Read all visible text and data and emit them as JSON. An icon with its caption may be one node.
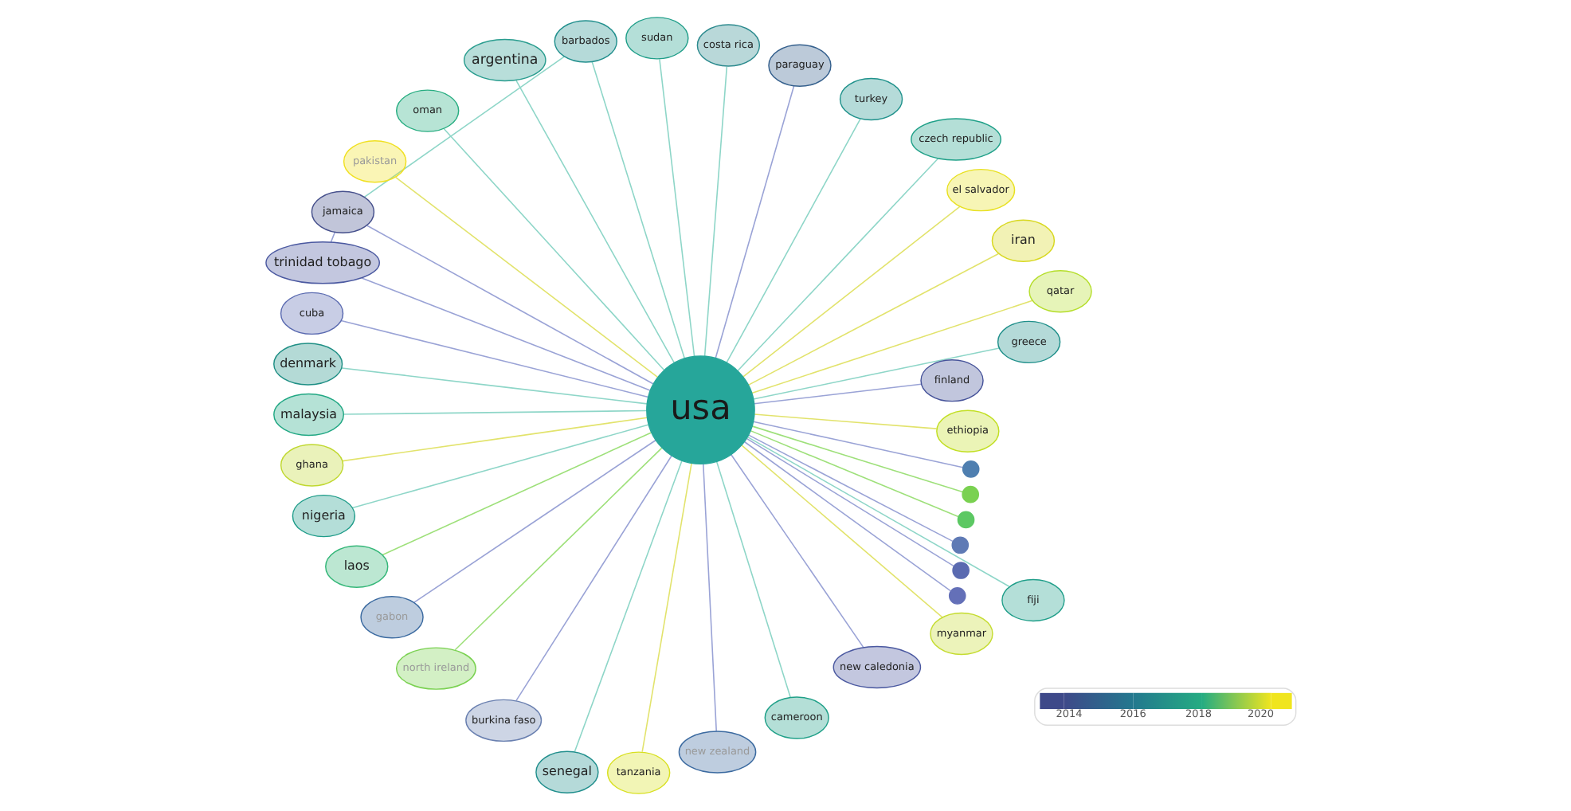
{
  "diagram": {
    "nodes": [
      {
        "text": [
          "ethiopia"
        ]
      },
      {
        "text": [
          "finland"
        ]
      },
      {
        "text": [
          "greece"
        ]
      },
      {
        "text": [
          "qatar"
        ]
      },
      {
        "text": [
          "iran"
        ]
      },
      {
        "text": [
          "el salvador"
        ]
      },
      {
        "text": [
          "czech republic"
        ]
      },
      {
        "text": [
          "turkey"
        ]
      },
      {
        "text": [
          "paraguay"
        ]
      },
      {
        "text": [
          "costa rica"
        ]
      },
      {
        "text": [
          "sudan"
        ]
      },
      {
        "text": [
          "barbados"
        ]
      },
      {
        "text": [
          "argentina"
        ]
      },
      {
        "text": [
          "oman"
        ]
      },
      {
        "text": [
          "pakistan"
        ]
      },
      {
        "text": [
          "jamaica"
        ]
      },
      {
        "text": [
          "usa"
        ]
      },
      {
        "text": [
          "trinidad tobago"
        ]
      },
      {
        "text": [
          "cuba"
        ]
      },
      {
        "text": [
          "denmark"
        ]
      },
      {
        "text": [
          "malaysia"
        ]
      },
      {
        "text": [
          "ghana"
        ]
      },
      {
        "text": [
          "nigeria"
        ]
      },
      {
        "text": [
          "laos"
        ]
      },
      {
        "text": [
          "gabon"
        ]
      },
      {
        "text": [
          "north ireland"
        ]
      },
      {
        "text": [
          "burkina faso"
        ]
      },
      {
        "text": [
          "senegal"
        ]
      },
      {
        "text": [
          "tanzania"
        ]
      },
      {
        "text": [
          "new zealand"
        ]
      },
      {
        "text": [
          "cameroon"
        ]
      },
      {
        "text": [
          "new caledonia"
        ]
      },
      {
        "text": [
          "myanmar"
        ]
      },
      {
        "text": [
          "fiji"
        ]
      },
      {
        "text": [],
        "shape": "circle"
      },
      {
        "text": [],
        "shape": "circle"
      },
      {
        "text": [],
        "shape": "circle"
      },
      {
        "text": [],
        "shape": "circle"
      },
      {
        "text": [],
        "shape": "circle"
      },
      {
        "text": [],
        "shape": "circle"
      }
    ],
    "edges": [
      {
        "from": 0,
        "to": 16,
        "arrow": "none",
        "color": "#e2e36c"
      },
      {
        "from": 1,
        "to": 16,
        "arrow": "none",
        "color": "#9aa3d6"
      },
      {
        "from": 2,
        "to": 16,
        "arrow": "none"
      },
      {
        "from": 3,
        "to": 16,
        "arrow": "none",
        "color": "#e2e36c"
      },
      {
        "from": 4,
        "to": 16,
        "arrow": "none",
        "color": "#e2e36c"
      },
      {
        "from": 5,
        "to": 16,
        "arrow": "none",
        "color": "#e2e36c"
      },
      {
        "from": 6,
        "to": 16,
        "arrow": "none"
      },
      {
        "from": 7,
        "to": 16,
        "arrow": "none"
      },
      {
        "from": 8,
        "to": 16,
        "arrow": "none",
        "color": "#9aa3d6"
      },
      {
        "from": 9,
        "to": 16,
        "arrow": "none"
      },
      {
        "from": 10,
        "to": 16,
        "arrow": "none"
      },
      {
        "from": 11,
        "to": 15,
        "arrow": "none"
      },
      {
        "from": 11,
        "to": 16,
        "arrow": "none"
      },
      {
        "from": 12,
        "to": 16,
        "arrow": "none"
      },
      {
        "from": 13,
        "to": 16,
        "arrow": "none"
      },
      {
        "from": 14,
        "to": 16,
        "arrow": "none",
        "color": "#e2e36c"
      },
      {
        "from": 15,
        "to": 16,
        "arrow": "none",
        "color": "#9aa3d6"
      },
      {
        "from": 17,
        "to": 16,
        "arrow": "none",
        "color": "#9aa3d6"
      },
      {
        "from": 17,
        "to": 15,
        "arrow": "none",
        "color": "#9aa3d6"
      },
      {
        "from": 18,
        "to": 16,
        "arrow": "none",
        "color": "#9aa3d6"
      },
      {
        "from": 19,
        "to": 16,
        "arrow": "none"
      },
      {
        "from": 20,
        "to": 16,
        "arrow": "none"
      },
      {
        "from": 21,
        "to": 16,
        "arrow": "none",
        "color": "#e2e36c"
      },
      {
        "from": 22,
        "to": 16,
        "arrow": "none"
      },
      {
        "from": 23,
        "to": 16,
        "arrow": "none",
        "color": "#9ee07a"
      },
      {
        "from": 24,
        "to": 16,
        "arrow": "none",
        "color": "#9aa3d6"
      },
      {
        "from": 25,
        "to": 16,
        "arrow": "none",
        "color": "#9ee07a"
      },
      {
        "from": 26,
        "to": 16,
        "arrow": "none",
        "color": "#9aa3d6"
      },
      {
        "from": 27,
        "to": 16,
        "arrow": "none"
      },
      {
        "from": 28,
        "to": 16,
        "arrow": "none",
        "color": "#e2e36c"
      },
      {
        "from": 29,
        "to": 16,
        "arrow": "none",
        "color": "#9aa3d6"
      },
      {
        "from": 30,
        "to": 16,
        "arrow": "none"
      },
      {
        "from": 31,
        "to": 16,
        "arrow": "none",
        "color": "#9aa3d6"
      },
      {
        "from": 32,
        "to": 16,
        "arrow": "none",
        "color": "#e2e36c"
      },
      {
        "from": 33,
        "to": 16,
        "arrow": "none"
      },
      {
        "from": 34,
        "to": 16,
        "arrow": "none",
        "color": "#9aa3d6"
      },
      {
        "from": 35,
        "to": 16,
        "arrow": "none",
        "color": "#9aa3d6"
      },
      {
        "from": 36,
        "to": 16,
        "arrow": "none",
        "color": "#9aa3d6"
      },
      {
        "from": 37,
        "to": 16,
        "arrow": "none",
        "color": "#9ee07a"
      },
      {
        "from": 38,
        "to": 16,
        "arrow": "none",
        "color": "#9ee07a"
      },
      {
        "from": 39,
        "to": 16,
        "arrow": "none",
        "color": "#9aa3d6"
      }
    ],
    "legend": [
      {
        "text": "2014",
        "color": "#3e4989"
      },
      {
        "text": "2016",
        "color": "#23788e"
      },
      {
        "text": "2018",
        "color": "#25ac82"
      },
      {
        "text": "2020",
        "color": "#f0e51e"
      }
    ]
  }
}
